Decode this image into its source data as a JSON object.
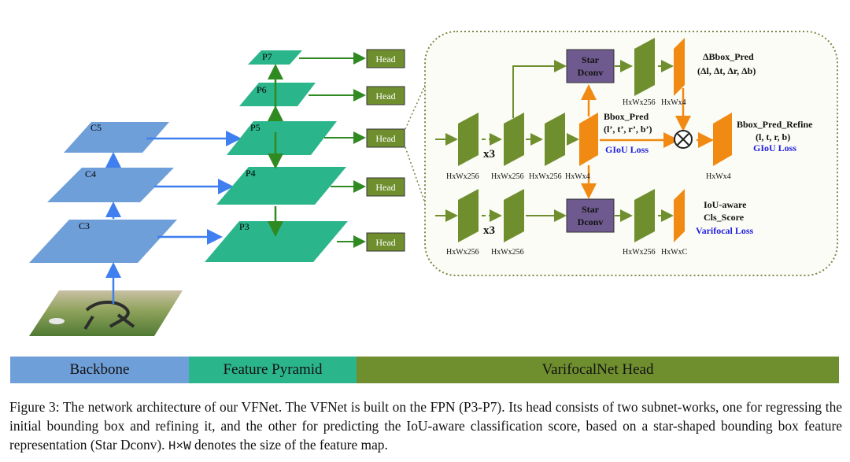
{
  "backbone": {
    "labels": [
      "C5",
      "C4",
      "C3"
    ]
  },
  "pyramid": {
    "labels": [
      "P7",
      "P6",
      "P5",
      "P4",
      "P3"
    ]
  },
  "head_label": "Head",
  "vfnet_head": {
    "dims": {
      "reg_in": "HxWx256",
      "reg_conv": "HxWx256",
      "reg_conv2": "HxWx256",
      "reg_out": "HxWx4",
      "top_star": "HxWx256",
      "top_delta": "HxWx4",
      "refine_out": "HxWx4",
      "cls_in": "HxWx256",
      "cls_conv": "HxWx256",
      "cls_star": "HxWx256",
      "cls_out": "HxWxC"
    },
    "repeat_top": "x3",
    "repeat_bottom": "x3",
    "star_dconv_line1": "Star",
    "star_dconv_line2": "Dconv",
    "delta_pred_title": "ΔBbox_Pred",
    "delta_pred_vars": "(Δl, Δt, Δr, Δb)",
    "bbox_pred_title": "Bbox_Pred",
    "bbox_pred_vars": "(l’, t’, r’, b’)",
    "giou_loss_1": "GIoU Loss",
    "refine_title": "Bbox_Pred_Refine",
    "refine_vars": "(l, t, r, b)",
    "giou_loss_2": "GIoU Loss",
    "cls_line1": "IoU-aware",
    "cls_line2": "Cls_Score",
    "varifocal_loss": "Varifocal Loss"
  },
  "legend": {
    "backbone": "Backbone",
    "pyramid": "Feature Pyramid",
    "head": "VarifocalNet Head"
  },
  "caption": {
    "part1": "Figure 3: The network architecture of our VFNet. The VFNet is built on the FPN (P3-P7). Its head consists of two subnet-works, one for regressing the initial bounding box and refining it, and the other for predicting the IoU-aware classification score, based on a star-shaped bounding box feature representation (Star Dconv).",
    "mono": "H×W",
    "part2": "denotes the size of the feature map."
  },
  "colors": {
    "backbone": "#6f9fd8",
    "pyramid": "#2bb58a",
    "head_green": "#6f8f2f",
    "orange": "#f08a12",
    "star": "#6e5a8e",
    "arrow_blue": "#3f7ff0",
    "arrow_green": "#2f8a22",
    "loss_blue": "#2020e0"
  }
}
